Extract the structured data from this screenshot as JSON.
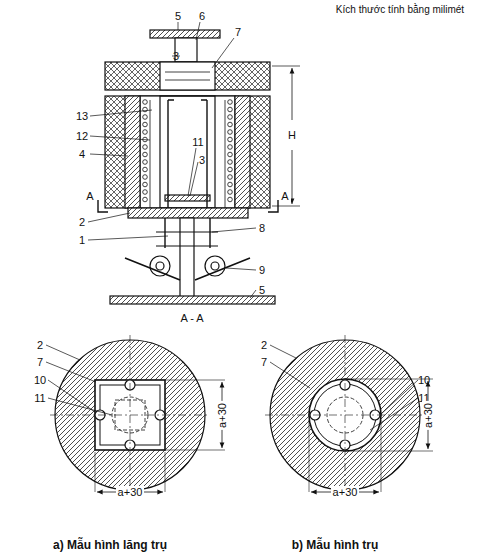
{
  "diagram": {
    "labels": [
      "Kích thước tính bằng milimét",
      "5",
      "6",
      "7",
      "3",
      "13",
      "12",
      "4",
      "11",
      "3",
      "2",
      "1",
      "8",
      "9",
      "5",
      "H",
      "A",
      "A",
      "A - A",
      "2",
      "7",
      "10",
      "11",
      "a+30",
      "a+30",
      "2",
      "7",
      "10",
      "11",
      "a+30",
      "a+30",
      "a) Mẫu hình lăng trụ",
      "b) Mẫu hình trụ"
    ]
  }
}
